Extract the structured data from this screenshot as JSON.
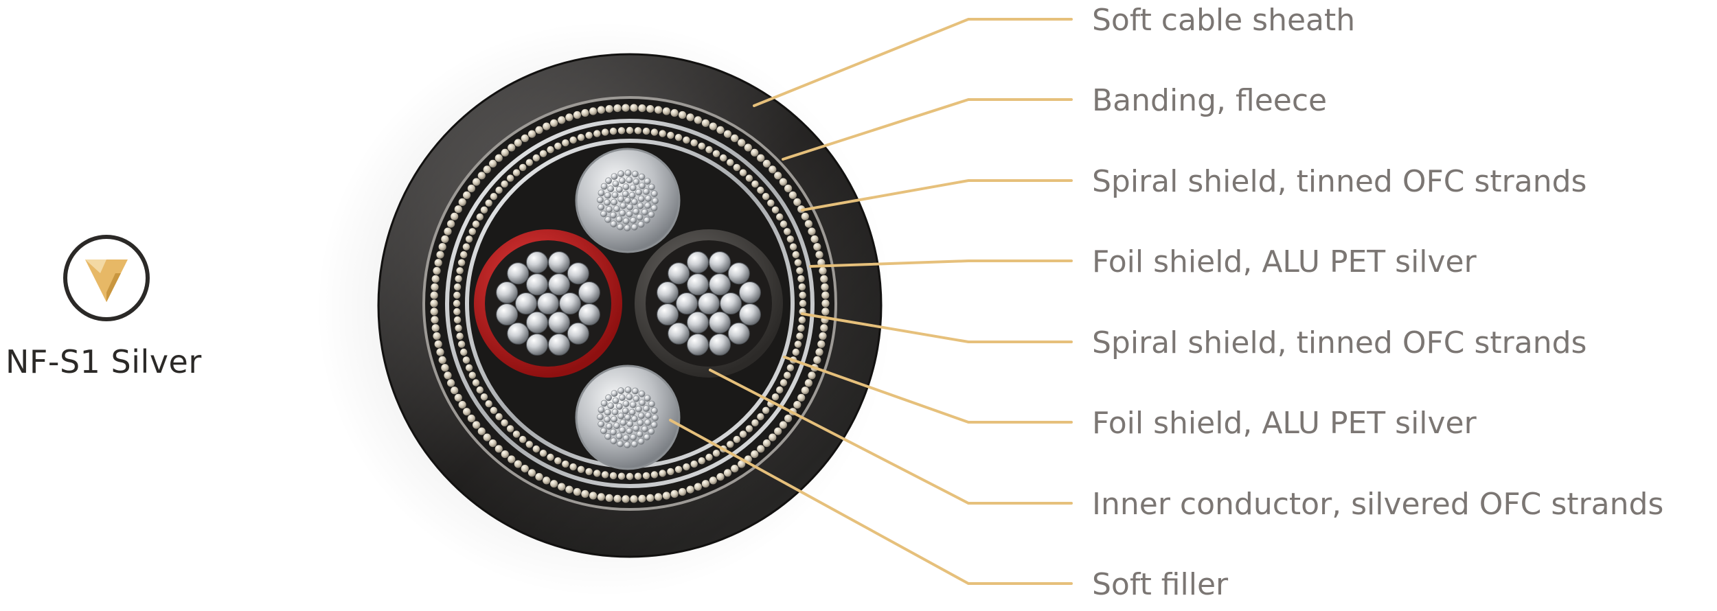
{
  "product": {
    "name": "NF-S1 Silver",
    "logo_icon": "brand-v-logo-icon"
  },
  "colors": {
    "leader_line": "#e6c07b",
    "label_text": "#7b7673",
    "title_text": "#2b2927",
    "logo_accent": "#e7b866",
    "red_insulation": "#c81e1e",
    "sheath": "#262422"
  },
  "layers": [
    {
      "label": "Soft cable sheath"
    },
    {
      "label": "Banding, fleece"
    },
    {
      "label": "Spiral shield, tinned OFC strands"
    },
    {
      "label": "Foil shield, ALU PET silver"
    },
    {
      "label": "Spiral shield, tinned OFC strands"
    },
    {
      "label": "Foil shield, ALU PET silver"
    },
    {
      "label": "Inner conductor, silvered OFC strands"
    },
    {
      "label": "Soft filler"
    }
  ]
}
